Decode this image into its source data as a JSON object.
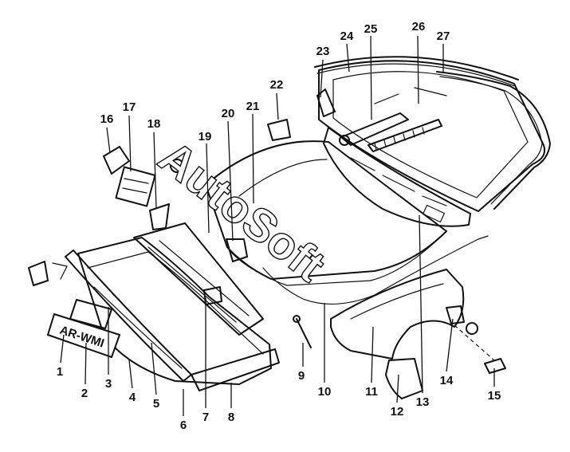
{
  "watermark": "AutoSoft",
  "plate_text": "AR-WMI",
  "callouts": [
    "1",
    "2",
    "3",
    "4",
    "5",
    "6",
    "7",
    "8",
    "9",
    "10",
    "11",
    "12",
    "13",
    "14",
    "15",
    "16",
    "17",
    "18",
    "19",
    "20",
    "21",
    "22",
    "23",
    "24",
    "25",
    "26",
    "27"
  ],
  "colors": {
    "ink": "#111111",
    "paper": "#ffffff"
  }
}
